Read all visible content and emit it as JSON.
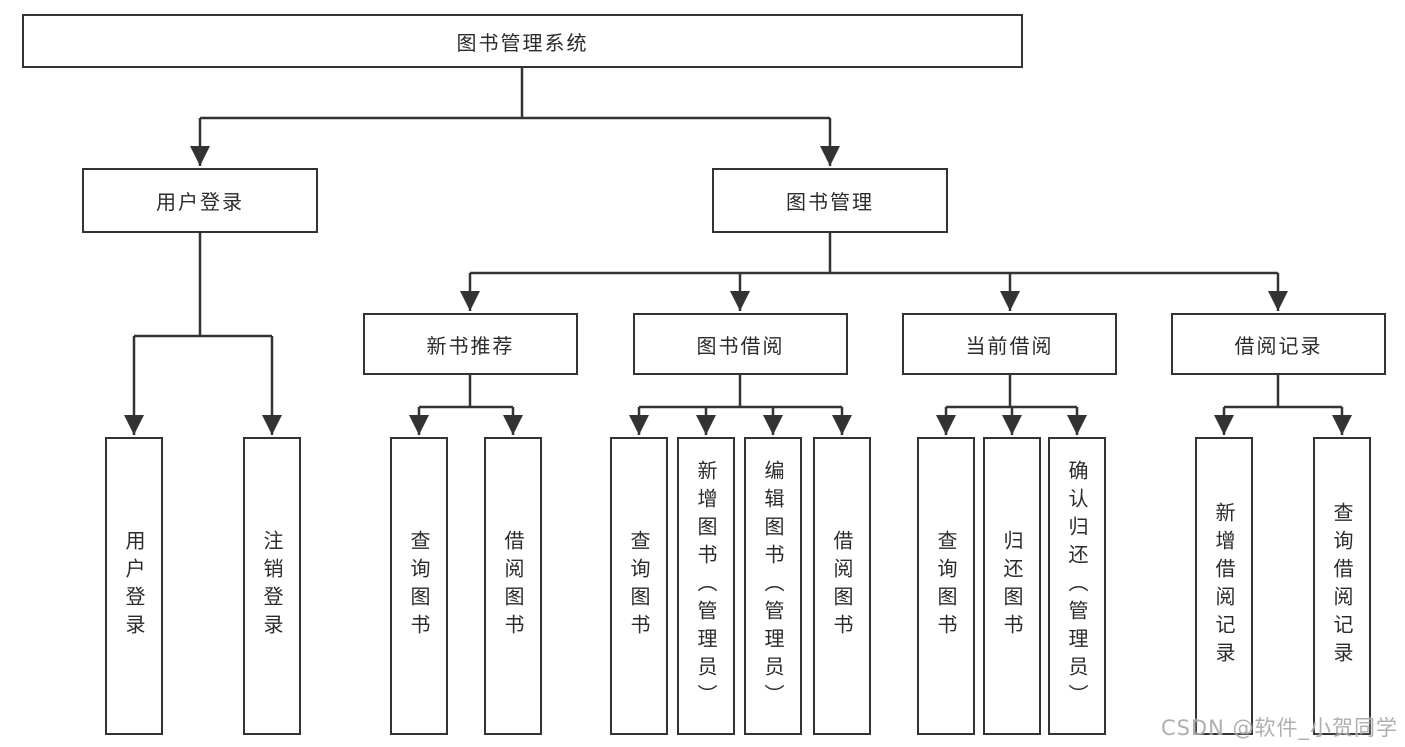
{
  "colors": {
    "line": "#333333",
    "text": "#2b2b2b",
    "background": "#ffffff",
    "watermark": "#a8a8a8"
  },
  "tree": {
    "root": "图书管理系统",
    "branches": [
      {
        "label": "用户登录",
        "children": [
          "用户登录",
          "注销登录"
        ]
      },
      {
        "label": "图书管理",
        "groups": [
          {
            "label": "新书推荐",
            "children": [
              "查询图书",
              "借阅图书"
            ]
          },
          {
            "label": "图书借阅",
            "children": [
              "查询图书",
              "新增图书（管理员）",
              "编辑图书（管理员）",
              "借阅图书"
            ]
          },
          {
            "label": "当前借阅",
            "children": [
              "查询图书",
              "归还图书",
              "确认归还（管理员）"
            ]
          },
          {
            "label": "借阅记录",
            "children": [
              "新增借阅记录",
              "查询借阅记录"
            ]
          }
        ]
      }
    ]
  },
  "watermark": {
    "text": "CSDN @软件_小贺同学"
  }
}
